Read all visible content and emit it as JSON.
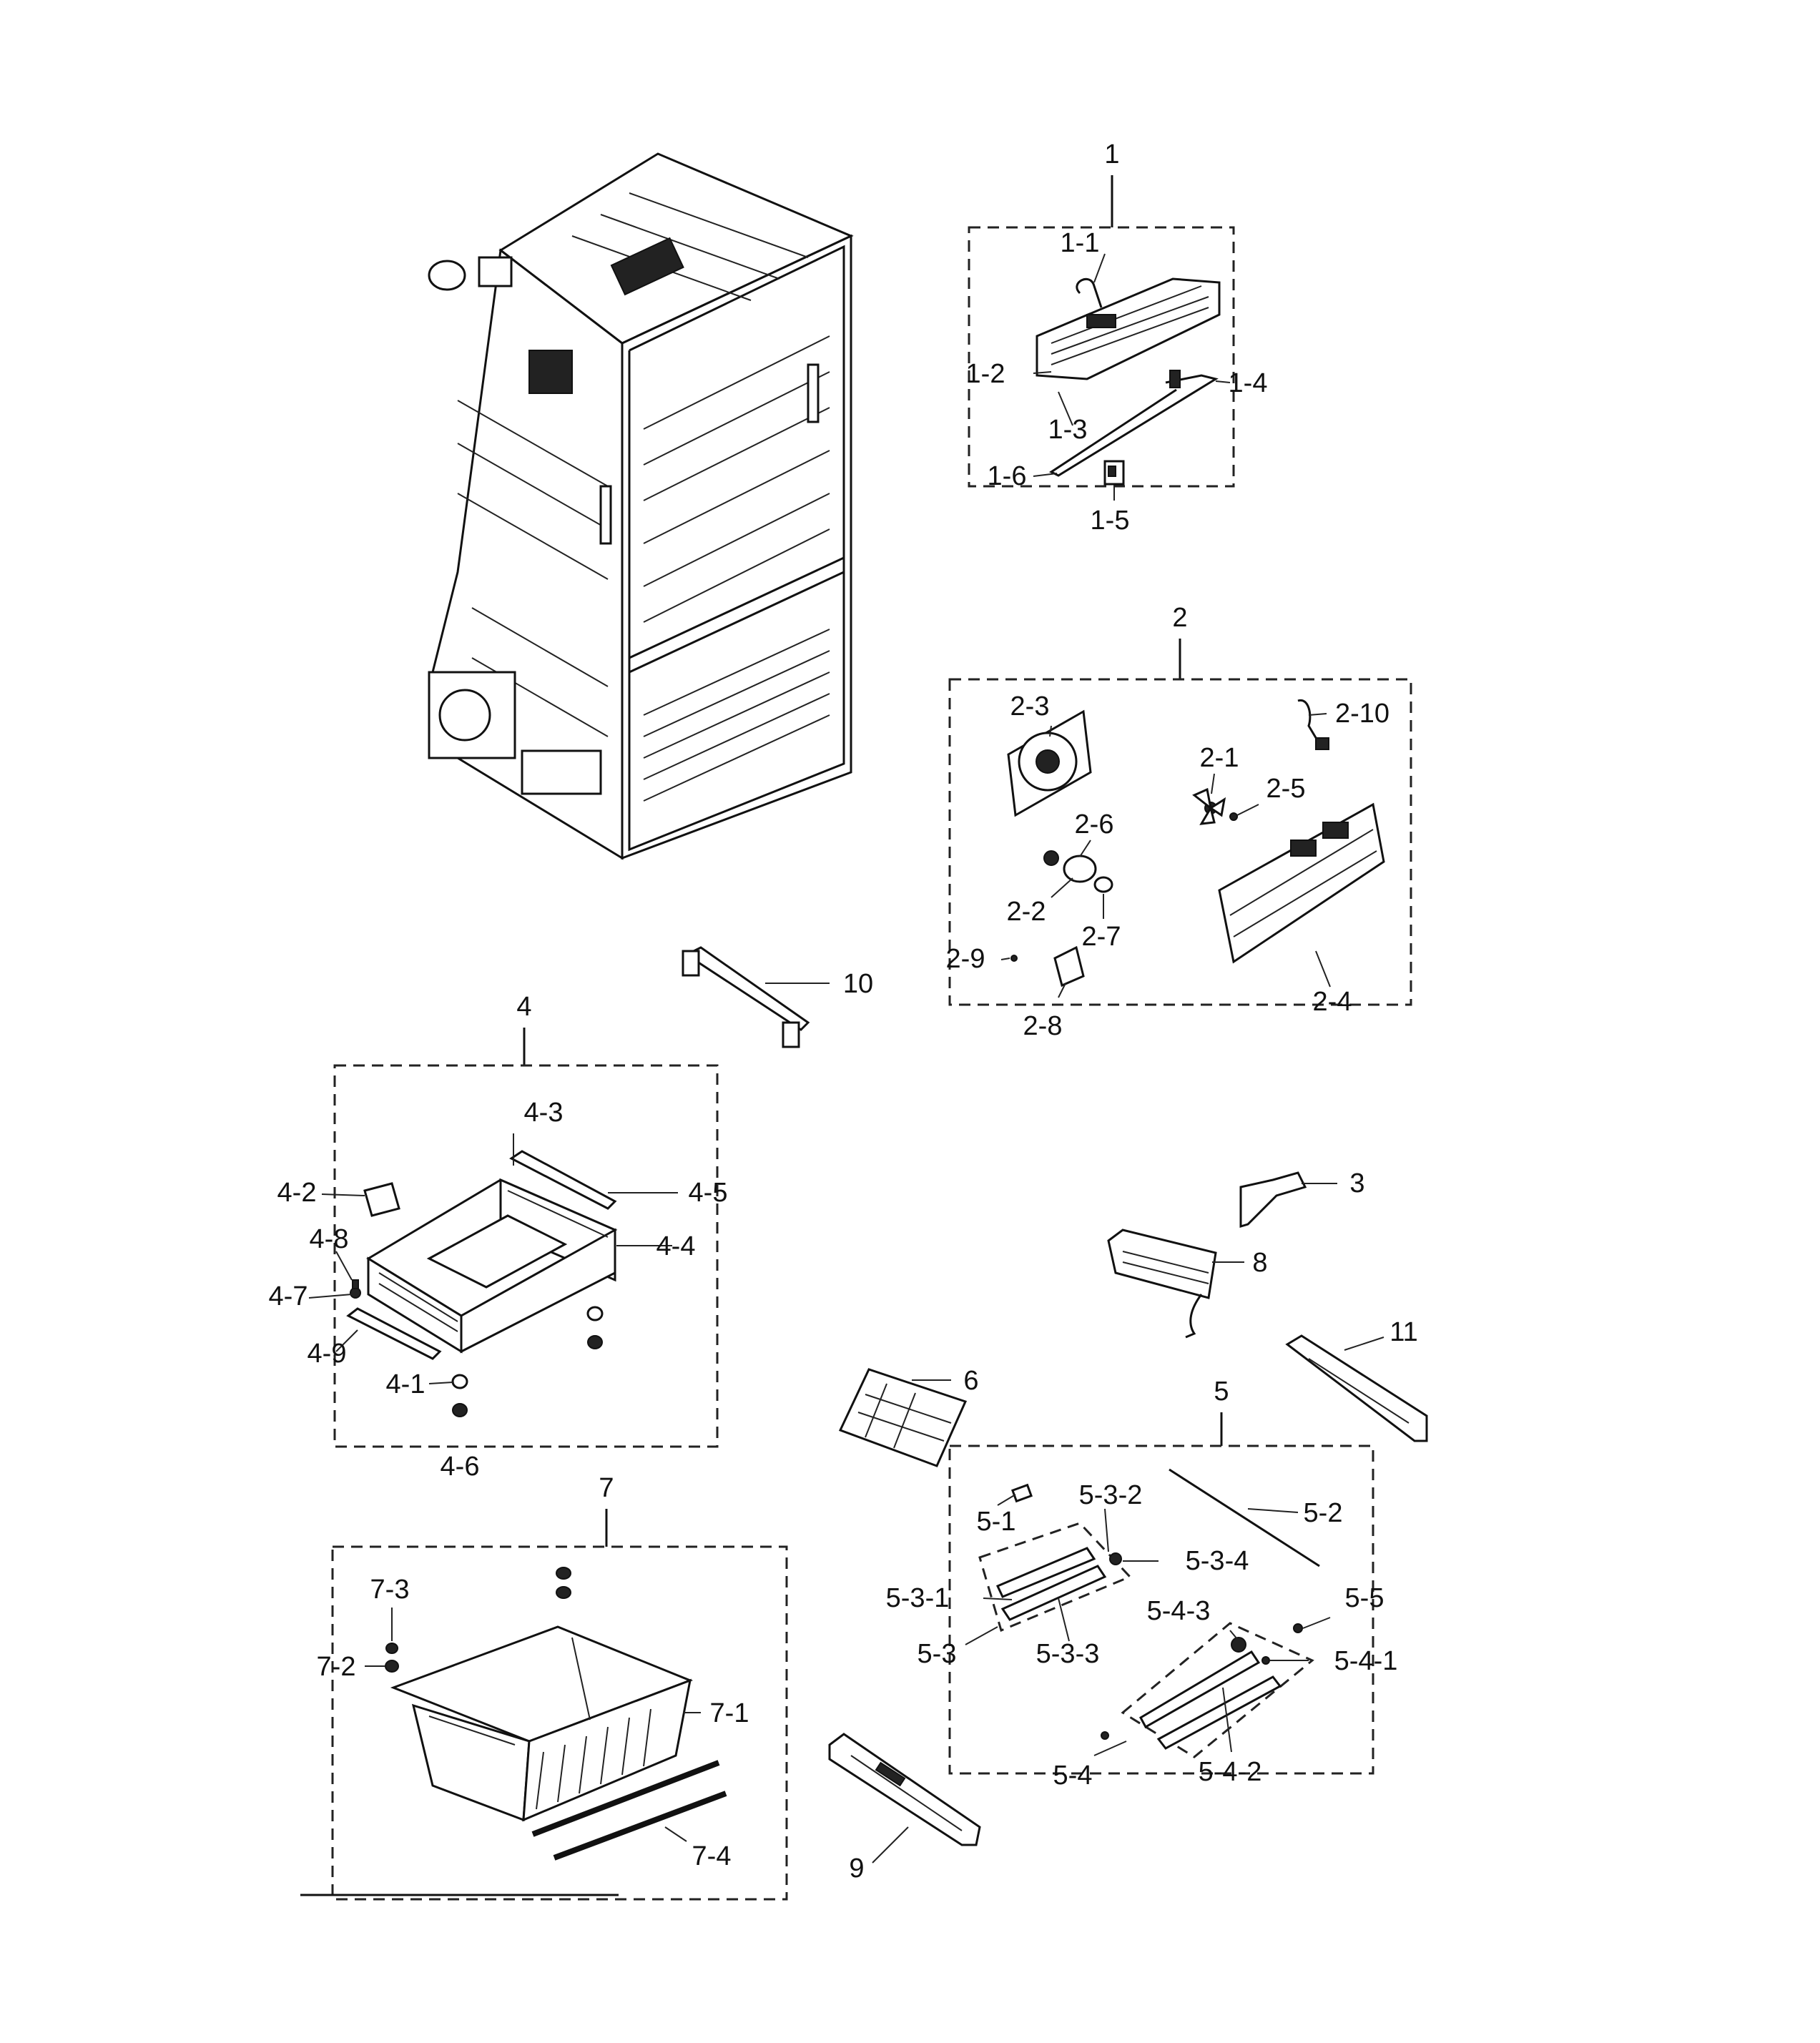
{
  "labels": {
    "a1": "1",
    "a1_1": "1-1",
    "a1_2": "1-2",
    "a1_3": "1-3",
    "a1_4": "1-4",
    "a1_5": "1-5",
    "a1_6": "1-6",
    "a2": "2",
    "a2_1": "2-1",
    "a2_2": "2-2",
    "a2_3": "2-3",
    "a2_4": "2-4",
    "a2_5": "2-5",
    "a2_6": "2-6",
    "a2_7": "2-7",
    "a2_8": "2-8",
    "a2_9": "2-9",
    "a2_10": "2-10",
    "a3": "3",
    "a4": "4",
    "a4_1": "4-1",
    "a4_2": "4-2",
    "a4_3": "4-3",
    "a4_4": "4-4",
    "a4_5": "4-5",
    "a4_6": "4-6",
    "a4_7": "4-7",
    "a4_8": "4-8",
    "a4_9": "4-9",
    "a5": "5",
    "a5_1": "5-1",
    "a5_2": "5-2",
    "a5_3": "5-3",
    "a5_3_1": "5-3-1",
    "a5_3_2": "5-3-2",
    "a5_3_3": "5-3-3",
    "a5_3_4": "5-3-4",
    "a5_4": "5-4",
    "a5_4_1": "5-4-1",
    "a5_4_2": "5-4-2",
    "a5_4_3": "5-4-3",
    "a5_5": "5-5",
    "a6": "6",
    "a7": "7",
    "a7_1": "7-1",
    "a7_2": "7-2",
    "a7_3": "7-3",
    "a7_4": "7-4",
    "a8": "8",
    "a9": "9",
    "a10": "10",
    "a11": "11"
  }
}
